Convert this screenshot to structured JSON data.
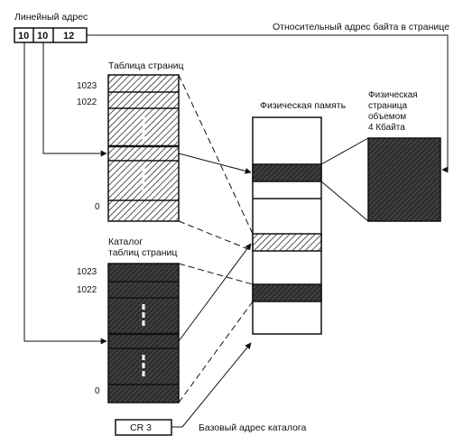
{
  "linear_address": {
    "title": "Линейный адрес",
    "fields": [
      "10",
      "10",
      "12"
    ]
  },
  "offset_label": "Относительный адрес байта в странице",
  "page_table": {
    "title": "Таблица страниц",
    "index_top": "1023",
    "index_second": "1022",
    "index_bottom": "0"
  },
  "physical_memory": {
    "title": "Физическая память"
  },
  "physical_page": {
    "title_lines": [
      "Физическая",
      "страница",
      "объемом",
      "4 Кбайта"
    ]
  },
  "directory": {
    "title_lines": [
      "Каталог",
      "таблиц страниц"
    ],
    "index_top": "1023",
    "index_second": "1022",
    "index_bottom": "0"
  },
  "cr3": {
    "label": "CR 3",
    "caption": "Базовый адрес каталога"
  },
  "colors": {
    "ink": "#111111",
    "dark_fill": "#3a3a3a",
    "light_fill": "#ffffff"
  }
}
